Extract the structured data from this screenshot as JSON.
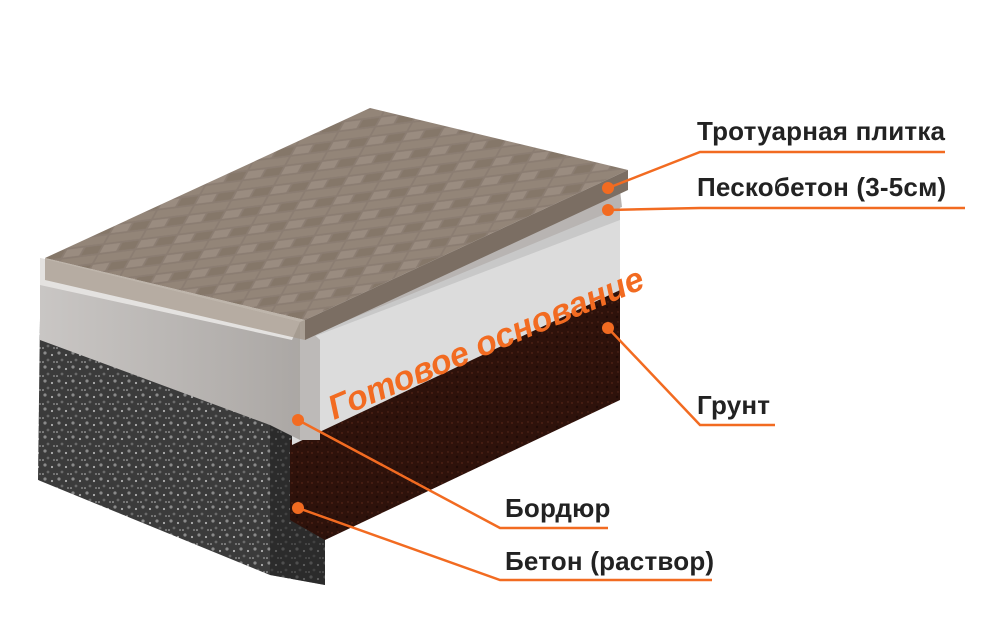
{
  "diagram": {
    "center_text": "Готовое основание",
    "labels": {
      "tile": "Тротуарная плитка",
      "sand_concrete": "Пескобетон (3-5см)",
      "soil": "Грунт",
      "curb": "Бордюр",
      "concrete": "Бетон (раствор)"
    },
    "colors": {
      "accent": "#f26b21",
      "label_text": "#222222",
      "paving": "#8a7c70",
      "sand_concrete": "#b8b4b2",
      "base_face": "#dcdcdc",
      "soil": "#2e120b",
      "curb_concrete": "#3c3c3c"
    }
  }
}
